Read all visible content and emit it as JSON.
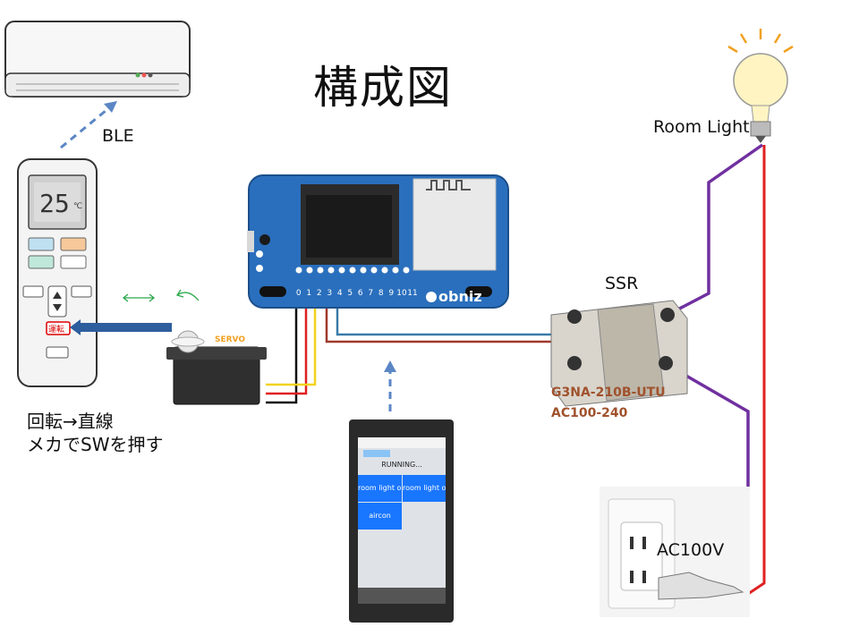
{
  "title": "構成図",
  "labels": {
    "ble": "BLE",
    "room_light": "Room Light",
    "ssr": "SSR",
    "ssr_model": "G3NA-210B-UTU",
    "ssr_range": "AC100-240",
    "outlet": "AC100V",
    "note_line1": "回転→直線",
    "note_line2": "メカでSWを押す"
  },
  "remote": {
    "temperature": "25",
    "unit": "℃",
    "run_button": "運転"
  },
  "servo": {
    "brand": "SERVO"
  },
  "board": {
    "brand": "obniz",
    "pins": [
      "0",
      "1",
      "2",
      "3",
      "4",
      "5",
      "6",
      "7",
      "8",
      "9",
      "10",
      "11"
    ]
  },
  "phone": {
    "status": "RUNNING...",
    "buttons": [
      "room light on",
      "room light off",
      "aircon"
    ]
  },
  "colors": {
    "ble_arrow": "#5b86c5",
    "purple_wire": "#7030a0",
    "red_wire": "#e02020",
    "blue_wire": "#3a7aa8",
    "brown_wire": "#a0382a",
    "model_text": "#a0522d",
    "green_arrows": "#2aa84a"
  }
}
